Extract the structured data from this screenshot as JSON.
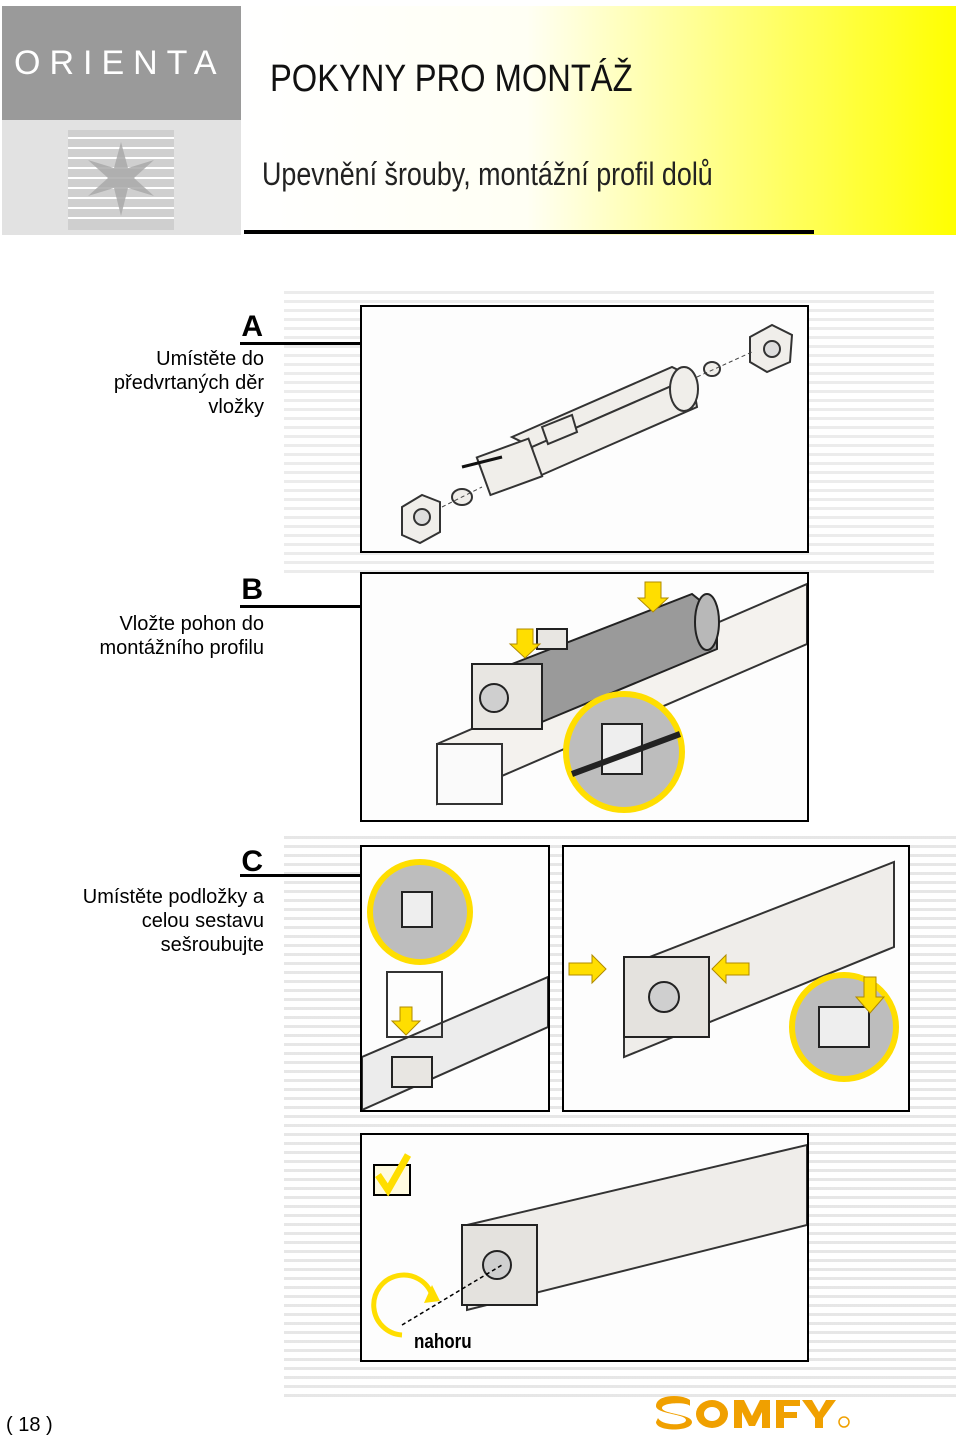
{
  "header": {
    "brand": "ORIENTA",
    "title": "POKYNY PRO MONTÁŽ",
    "subtitle": "Upevnění šrouby, montážní profil dolů"
  },
  "steps": [
    {
      "letter": "A",
      "lines": [
        "Umístěte do",
        "předvrtaných děr",
        "vložky"
      ]
    },
    {
      "letter": "B",
      "lines": [
        "Vložte pohon do",
        "montážního profilu"
      ]
    },
    {
      "letter": "C",
      "lines": [
        "Umístěte podložky a",
        "celou sestavu",
        "sešroubujte"
      ]
    }
  ],
  "figure_label": "nahoru",
  "footer": {
    "page_number": "( 18 )",
    "brand_logo": "somfy"
  },
  "colors": {
    "accent_yellow": "#ffde00",
    "brand_gray": "#9a9a9a",
    "logo_orange": "#f0a000"
  }
}
